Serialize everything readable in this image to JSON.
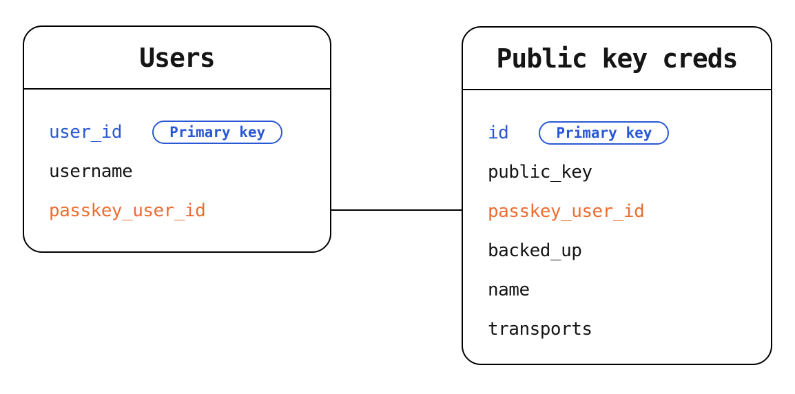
{
  "diagram": {
    "type": "entity-relationship",
    "colors": {
      "primary_key_blue": "#2a58d4",
      "foreign_key_orange": "#ed6c30",
      "text": "#151515",
      "border": "#000000",
      "background": "#ffffff"
    },
    "tables": [
      {
        "title": "Users",
        "fields": [
          {
            "name": "user_id",
            "badge": "Primary key",
            "color": "#2a58d4"
          },
          {
            "name": "username",
            "color": "#151515"
          },
          {
            "name": "passkey_user_id",
            "color": "#ed6c30"
          }
        ]
      },
      {
        "title": "Public key creds",
        "fields": [
          {
            "name": "id",
            "badge": "Primary key",
            "color": "#2a58d4"
          },
          {
            "name": "public_key",
            "color": "#151515"
          },
          {
            "name": "passkey_user_id",
            "color": "#ed6c30"
          },
          {
            "name": "backed_up",
            "color": "#151515"
          },
          {
            "name": "name",
            "color": "#151515"
          },
          {
            "name": "transports",
            "color": "#151515"
          }
        ]
      }
    ],
    "relationships": [
      {
        "from": "Users.passkey_user_id",
        "to": "Public key creds.passkey_user_id"
      }
    ]
  }
}
